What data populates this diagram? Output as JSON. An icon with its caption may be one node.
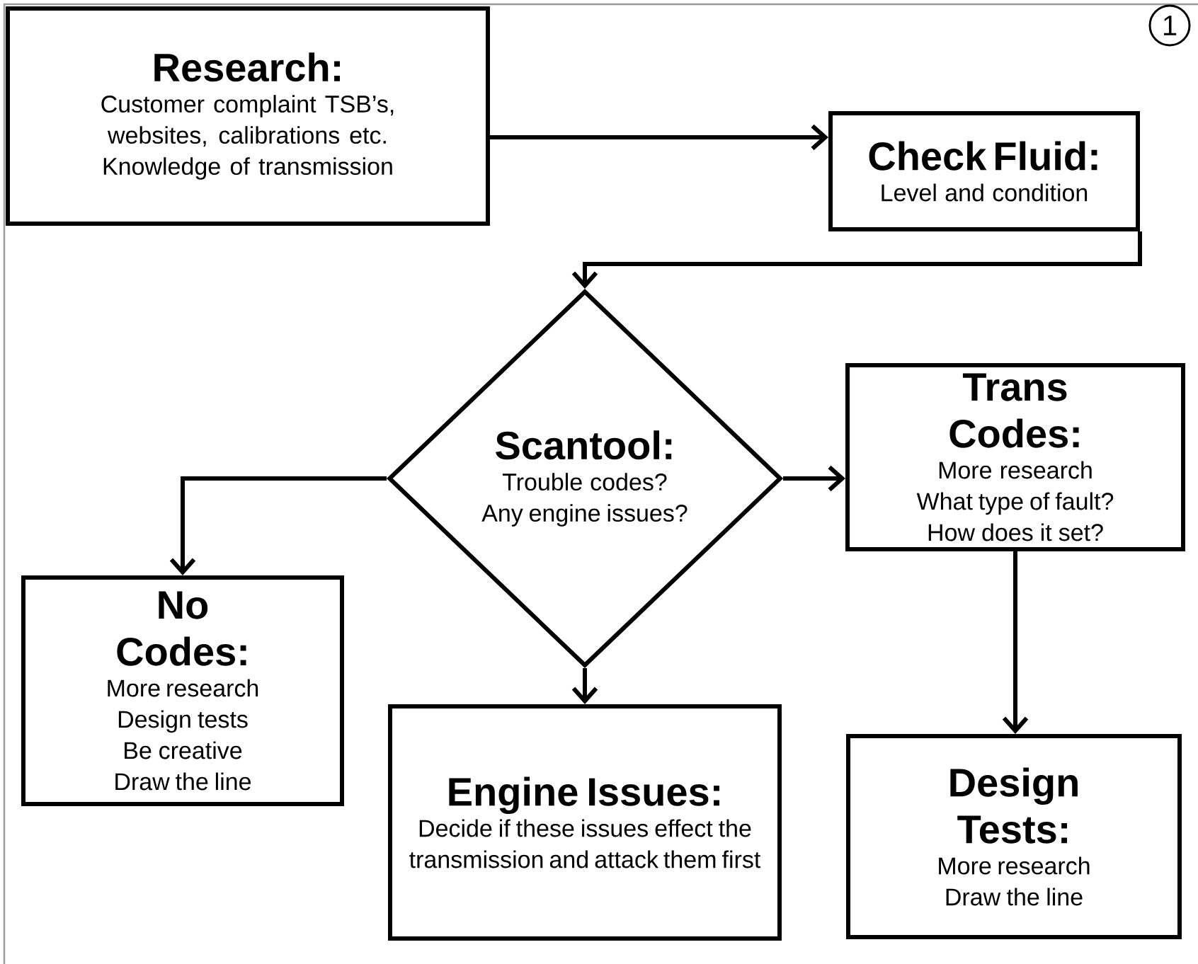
{
  "diagram": {
    "nodes": [
      {
        "text": [
          "Research:",
          "Customer complaint TSB’s, websites, calibrations etc. Knowledge of transmission"
        ]
      },
      {
        "text": [
          "Check Fluid:",
          "Level and condition"
        ]
      },
      {
        "text": [
          "Scantool:",
          "Trouble codes? Any engine issues?"
        ]
      },
      {
        "text": [
          "Trans Codes:",
          "More research What type of fault? How does it set?"
        ]
      },
      {
        "text": [
          "No Codes:",
          "More research Design tests Be creative Draw the line"
        ]
      },
      {
        "text": [
          "Engine Issues:",
          "Decide if these issues effect the transmission and attack them first"
        ]
      },
      {
        "text": [
          "Design Tests:",
          "More research Draw the line"
        ]
      }
    ],
    "edges": [
      {
        "from": 0,
        "to": 1,
        "arrow": "to"
      },
      {
        "from": 1,
        "to": 2,
        "arrow": "to"
      },
      {
        "from": 2,
        "to": 3,
        "arrow": "to"
      },
      {
        "from": 2,
        "to": 4,
        "arrow": "to"
      },
      {
        "from": 2,
        "to": 5,
        "arrow": "to"
      },
      {
        "from": 3,
        "to": 6,
        "arrow": "to"
      }
    ],
    "labels": [
      "1"
    ]
  }
}
